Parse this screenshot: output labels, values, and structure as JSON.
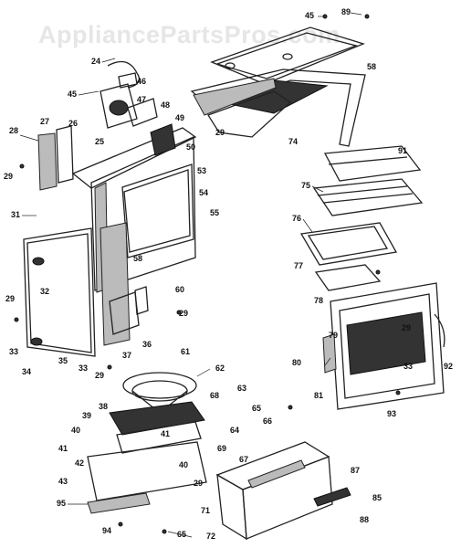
{
  "watermark": "AppliancePartsPros.com",
  "labels": [
    {
      "id": "l24",
      "text": "24"
    },
    {
      "id": "l45a",
      "text": "45"
    },
    {
      "id": "l46",
      "text": "46"
    },
    {
      "id": "l47",
      "text": "47"
    },
    {
      "id": "l48",
      "text": "48"
    },
    {
      "id": "l49",
      "text": "49"
    },
    {
      "id": "l50",
      "text": "50"
    },
    {
      "id": "l27",
      "text": "27"
    },
    {
      "id": "l26",
      "text": "26"
    },
    {
      "id": "l25",
      "text": "25"
    },
    {
      "id": "l28",
      "text": "28"
    },
    {
      "id": "l29a",
      "text": "29"
    },
    {
      "id": "l53",
      "text": "53"
    },
    {
      "id": "l54",
      "text": "54"
    },
    {
      "id": "l55",
      "text": "55"
    },
    {
      "id": "l31",
      "text": "31"
    },
    {
      "id": "l58",
      "text": "58"
    },
    {
      "id": "l32",
      "text": "32"
    },
    {
      "id": "l60",
      "text": "60"
    },
    {
      "id": "l29b",
      "text": "29"
    },
    {
      "id": "l29c",
      "text": "29"
    },
    {
      "id": "l33a",
      "text": "33"
    },
    {
      "id": "l34",
      "text": "34"
    },
    {
      "id": "l35",
      "text": "35"
    },
    {
      "id": "l37",
      "text": "37"
    },
    {
      "id": "l36",
      "text": "36"
    },
    {
      "id": "l33b",
      "text": "33"
    },
    {
      "id": "l29d",
      "text": "29"
    },
    {
      "id": "l45b",
      "text": "45"
    },
    {
      "id": "l89",
      "text": "89"
    },
    {
      "id": "l58b",
      "text": "58"
    },
    {
      "id": "l29e",
      "text": "29"
    },
    {
      "id": "l74",
      "text": "74"
    },
    {
      "id": "l91",
      "text": "91"
    },
    {
      "id": "l75",
      "text": "75"
    },
    {
      "id": "l76",
      "text": "76"
    },
    {
      "id": "l77",
      "text": "77"
    },
    {
      "id": "l78",
      "text": "78"
    },
    {
      "id": "l79",
      "text": "79"
    },
    {
      "id": "l29f",
      "text": "29"
    },
    {
      "id": "l80",
      "text": "80"
    },
    {
      "id": "l33c",
      "text": "33"
    },
    {
      "id": "l92",
      "text": "92"
    },
    {
      "id": "l81",
      "text": "81"
    },
    {
      "id": "l93",
      "text": "93"
    },
    {
      "id": "l61",
      "text": "61"
    },
    {
      "id": "l62",
      "text": "62"
    },
    {
      "id": "l68",
      "text": "68"
    },
    {
      "id": "l63",
      "text": "63"
    },
    {
      "id": "l38",
      "text": "38"
    },
    {
      "id": "l39",
      "text": "39"
    },
    {
      "id": "l40a",
      "text": "40"
    },
    {
      "id": "l64",
      "text": "64"
    },
    {
      "id": "l41a",
      "text": "41"
    },
    {
      "id": "l41b",
      "text": "41"
    },
    {
      "id": "l69",
      "text": "69"
    },
    {
      "id": "l65a",
      "text": "65"
    },
    {
      "id": "l66",
      "text": "66"
    },
    {
      "id": "l42",
      "text": "42"
    },
    {
      "id": "l40b",
      "text": "40"
    },
    {
      "id": "l67",
      "text": "67"
    },
    {
      "id": "l43",
      "text": "43"
    },
    {
      "id": "l29g",
      "text": "29"
    },
    {
      "id": "l87",
      "text": "87"
    },
    {
      "id": "l85",
      "text": "85"
    },
    {
      "id": "l95",
      "text": "95"
    },
    {
      "id": "l71",
      "text": "71"
    },
    {
      "id": "l88",
      "text": "88"
    },
    {
      "id": "l94",
      "text": "94"
    },
    {
      "id": "l65b",
      "text": "65"
    },
    {
      "id": "l72",
      "text": "72"
    }
  ]
}
